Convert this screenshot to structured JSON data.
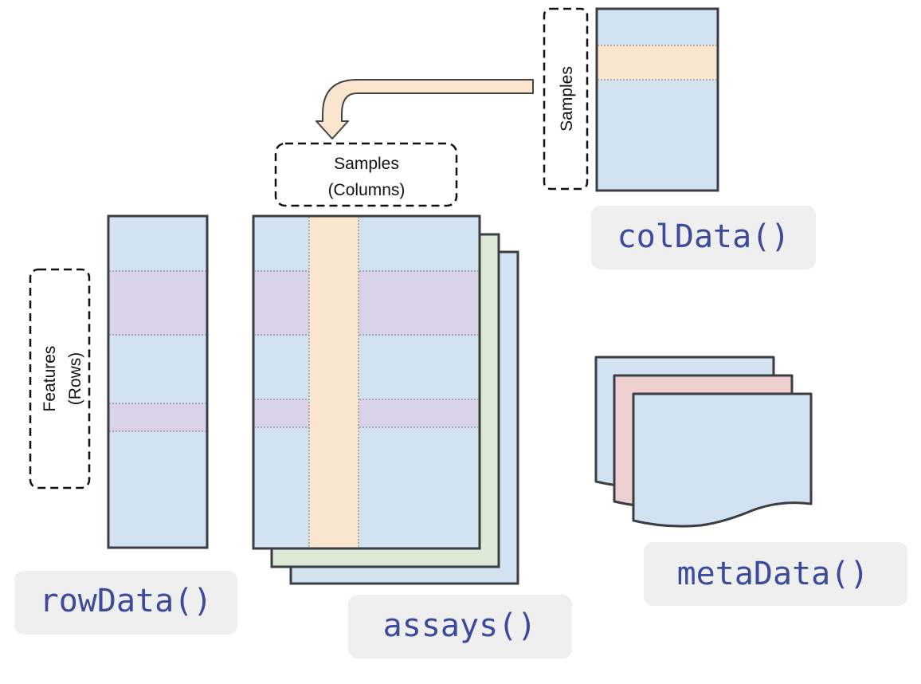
{
  "colors": {
    "blue": "#d3e2f1",
    "orange": "#fae5cf",
    "purple": "#d9d3e8",
    "green": "#dbe9d6",
    "pink": "#eecfcf",
    "outline": "#3a3d42",
    "code_text": "#3b4a9c",
    "code_bg": "#efefef"
  },
  "labels": {
    "samples_top": "Samples",
    "samples_columns_l1": "Samples",
    "samples_columns_l2": "(Columns)",
    "features_l1": "Features",
    "features_l2": "(Rows)"
  },
  "functions": {
    "coldata": "colData()",
    "rowdata": "rowData()",
    "assays": "assays()",
    "metadata": "metaData()"
  },
  "icons": {
    "arrow": "curved-arrow-icon",
    "metadata_pages": "document-stack-icon"
  }
}
